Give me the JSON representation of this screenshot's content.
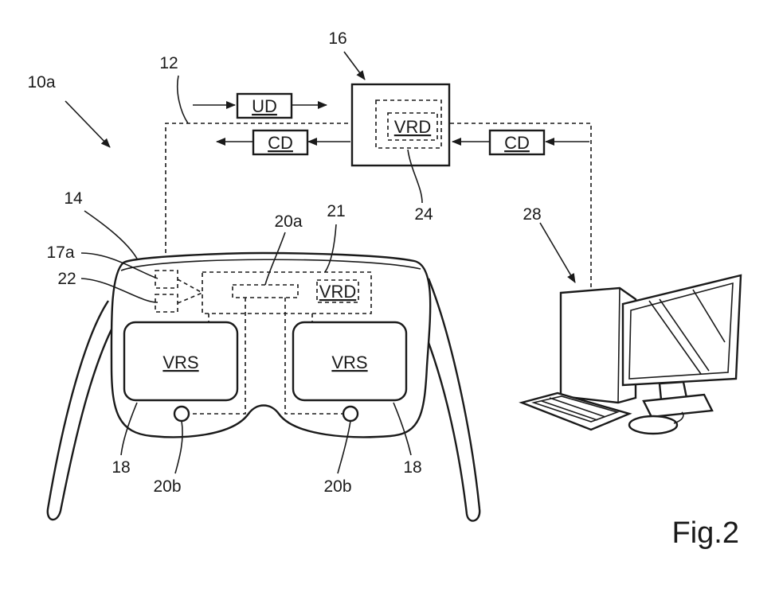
{
  "labels": {
    "system": "10a",
    "network": "12",
    "headset": "14",
    "server": "16",
    "sensor": "17a",
    "display_units": "18",
    "processor": "20a",
    "eye_trackers": "20b",
    "module": "21",
    "interface": "22",
    "data_store": "24",
    "computer": "28"
  },
  "boxes": {
    "ud": "UD",
    "cd_left": "CD",
    "cd_right": "CD",
    "vrd_server": "VRD",
    "vrd_headset": "VRD",
    "vrs_left": "VRS",
    "vrs_right": "VRS"
  },
  "figure_label": "Fig.2"
}
